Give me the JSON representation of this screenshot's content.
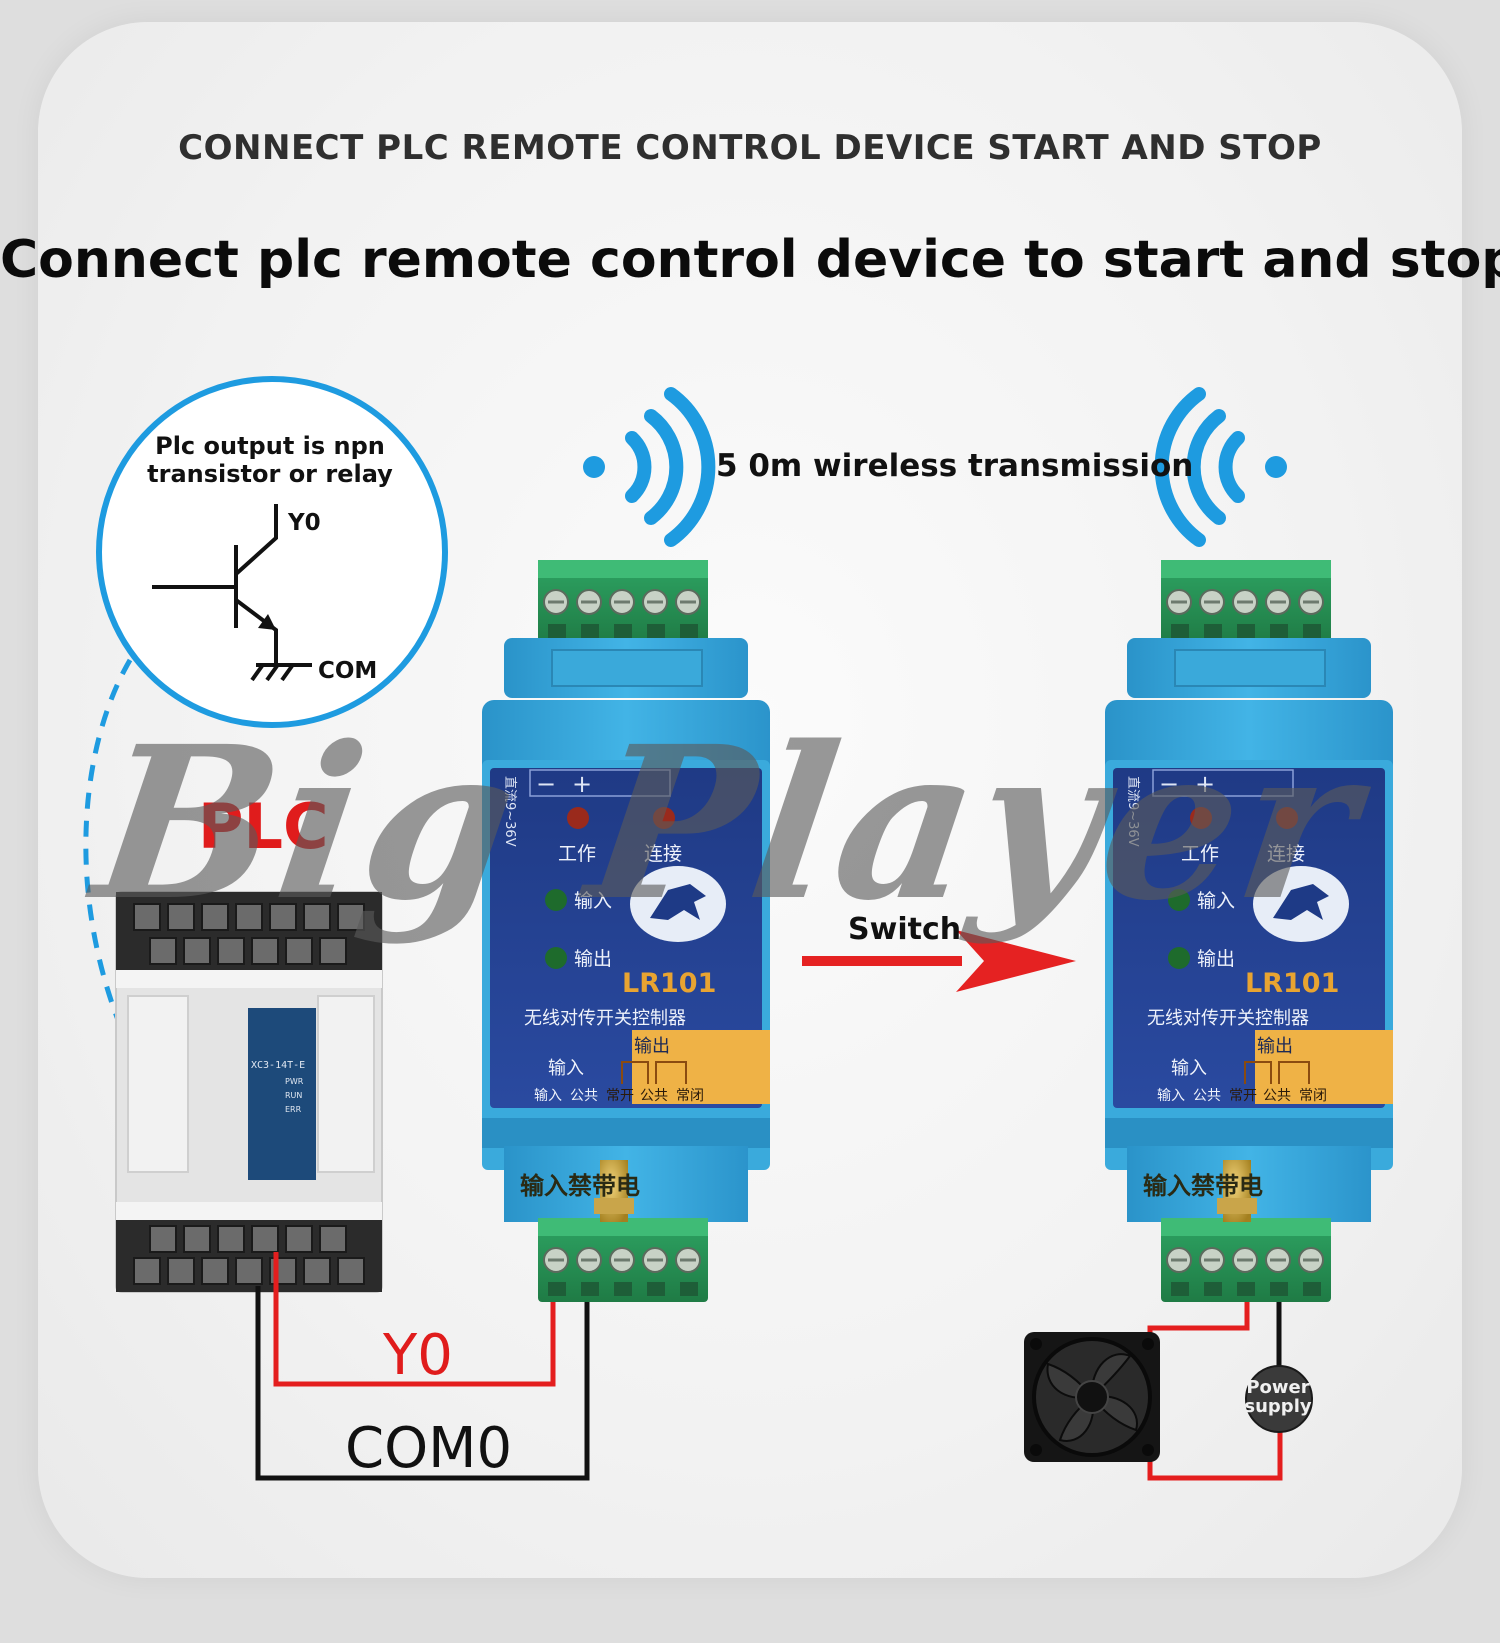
{
  "header": {
    "caps_title": "CONNECT PLC REMOTE CONTROL DEVICE START AND STOP",
    "main_title": "Connect plc remote control device to start and stop"
  },
  "callout": {
    "note": "Plc output is npn transistor or relay",
    "y0_terminal": "Y0",
    "com_terminal": "COM"
  },
  "labels": {
    "wireless": "5 0m wireless transmission",
    "switch": "Switch",
    "plc": "PLC",
    "y0_wire": "Y0",
    "com0_wire": "COM0",
    "power_supply": "Power supply",
    "watermark": "Big Player"
  },
  "module": {
    "model": "LR101",
    "name_cn": "无线对传开关控制器",
    "power_cn": "直流9~36V",
    "led_work": "工作",
    "led_link": "连接",
    "led_input": "输入",
    "led_output": "输出",
    "section_input": "输入",
    "section_output": "输出",
    "term_input": "输入",
    "term_common": "公共",
    "term_no": "常开",
    "term_nc": "常闭",
    "warning": "输入禁带电",
    "minus": "−",
    "plus": "+"
  },
  "plc": {
    "model": "XC3-14T-E",
    "status": [
      "PWR",
      "RUN",
      "ERR"
    ]
  },
  "colors": {
    "wifi_blue": "#1e9be0",
    "module_blue": "#2fa2d8",
    "panel_navy": "#213b86",
    "terminal_green": "#2f9a5c",
    "wire_red": "#e41e1e",
    "wire_black": "#111111",
    "arrow_red": "#e52222"
  }
}
